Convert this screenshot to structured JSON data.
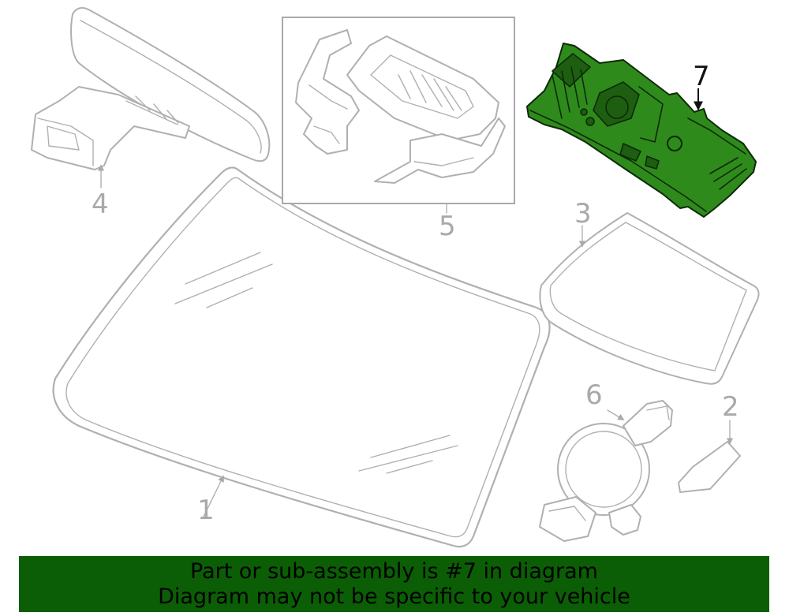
{
  "callouts": {
    "c1": "1",
    "c2": "2",
    "c3": "3",
    "c4": "4",
    "c5": "5",
    "c6": "6",
    "c7": "7"
  },
  "highlight_color": "#2f8a1c",
  "banner": {
    "line1": "Part or sub-assembly is #7 in diagram",
    "line2": "Diagram may not be specific to your vehicle",
    "background": "#0b5e05"
  }
}
